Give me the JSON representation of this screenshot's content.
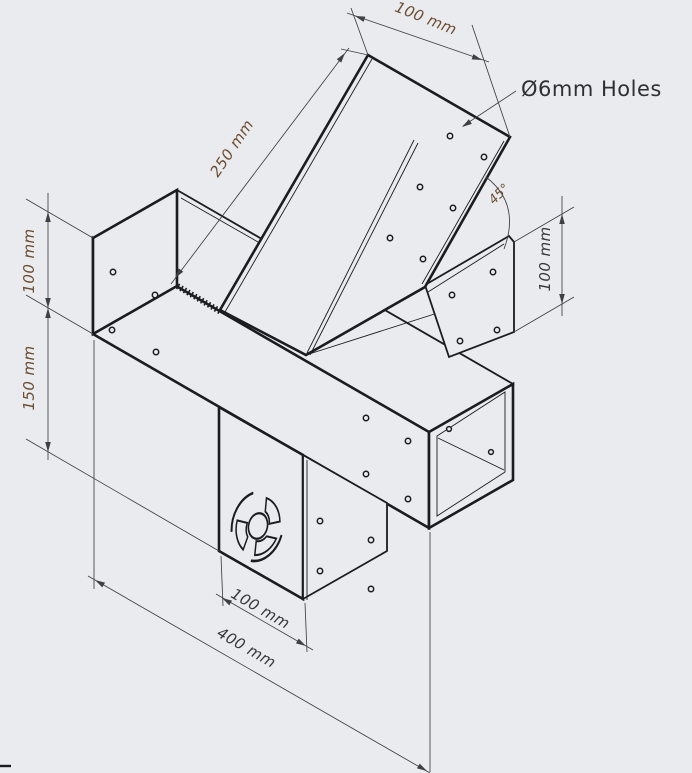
{
  "drawing": {
    "type": "isometric CAD drawing of welded beam bracket joint",
    "background_color": "#e9ebee",
    "edge_color": "#1b1c1e",
    "dimension_line_color": "#3d4045",
    "primary_dim_text_color": "#6d4d33",
    "secondary_dim_text_color": "#36393e",
    "note": {
      "hole_callout": "Ø6mm Holes"
    },
    "angle": {
      "brace_angle": "45°"
    },
    "dims": {
      "brace_width": "100 mm",
      "brace_length": "250 mm",
      "beam_height": "100 mm",
      "box_drop": "150 mm",
      "stub_height": "100 mm",
      "box_width": "100 mm",
      "beam_length": "400 mm"
    }
  }
}
